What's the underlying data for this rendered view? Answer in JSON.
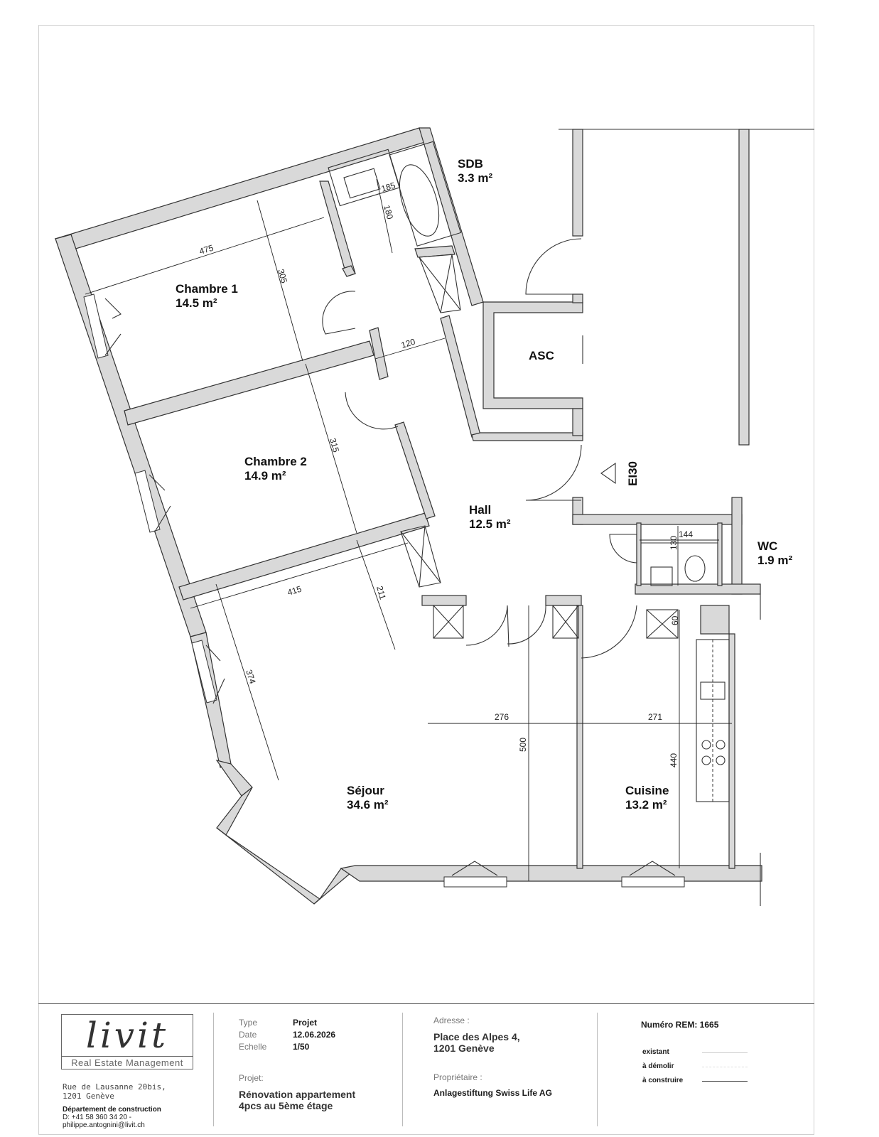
{
  "rooms": [
    {
      "id": "sdb",
      "name": "SDB",
      "area": "3.3 m²"
    },
    {
      "id": "chambre1",
      "name": "Chambre 1",
      "area": "14.5 m²"
    },
    {
      "id": "asc",
      "name": "ASC",
      "area": ""
    },
    {
      "id": "chambre2",
      "name": "Chambre 2",
      "area": "14.9 m²"
    },
    {
      "id": "hall",
      "name": "Hall",
      "area": "12.5 m²"
    },
    {
      "id": "wc",
      "name": "WC",
      "area": "1.9 m²"
    },
    {
      "id": "sejour",
      "name": "Séjour",
      "area": "34.6 m²"
    },
    {
      "id": "cuisine",
      "name": "Cuisine",
      "area": "13.2 m²"
    }
  ],
  "dimensions": {
    "d475": "475",
    "d305": "305",
    "d185": "185",
    "d180": "180",
    "d120": "120",
    "d315": "315",
    "d415": "415",
    "d211": "211",
    "d374": "374",
    "d144": "144",
    "d130": "130",
    "d60": "60",
    "d276": "276",
    "d271": "271",
    "d500": "500",
    "d440": "440"
  },
  "fire_rating": "EI30",
  "titleblock": {
    "logo_text": "livit",
    "logo_subtitle": "Real Estate Management",
    "company_address_line1": "Rue de Lausanne 20bis,",
    "company_address_line2": "1201 Genève",
    "department": "Département de construction",
    "phone": "D: +41 58 360 34 20  -",
    "email": "philippe.antognini@livit.ch",
    "type_label": "Type",
    "type_value": "Projet",
    "date_label": "Date",
    "date_value": "12.06.2026",
    "scale_label": "Echelle",
    "scale_value": "1/50",
    "project_label": "Projet:",
    "project_line1": "Rénovation appartement",
    "project_line2": "4pcs au 5ème étage",
    "address_label": "Adresse :",
    "address_line1": "Place des Alpes 4,",
    "address_line2": "1201 Genève",
    "owner_label": "Propriétaire :",
    "owner_value": "Anlagestiftung Swiss Life AG",
    "rem_number": "Numéro REM: 1665",
    "legend": [
      {
        "label": "existant",
        "color": "#cccccc"
      },
      {
        "label": "à démolir",
        "color": "#dddddd"
      },
      {
        "label": "à construire",
        "color": "#333333"
      }
    ]
  }
}
